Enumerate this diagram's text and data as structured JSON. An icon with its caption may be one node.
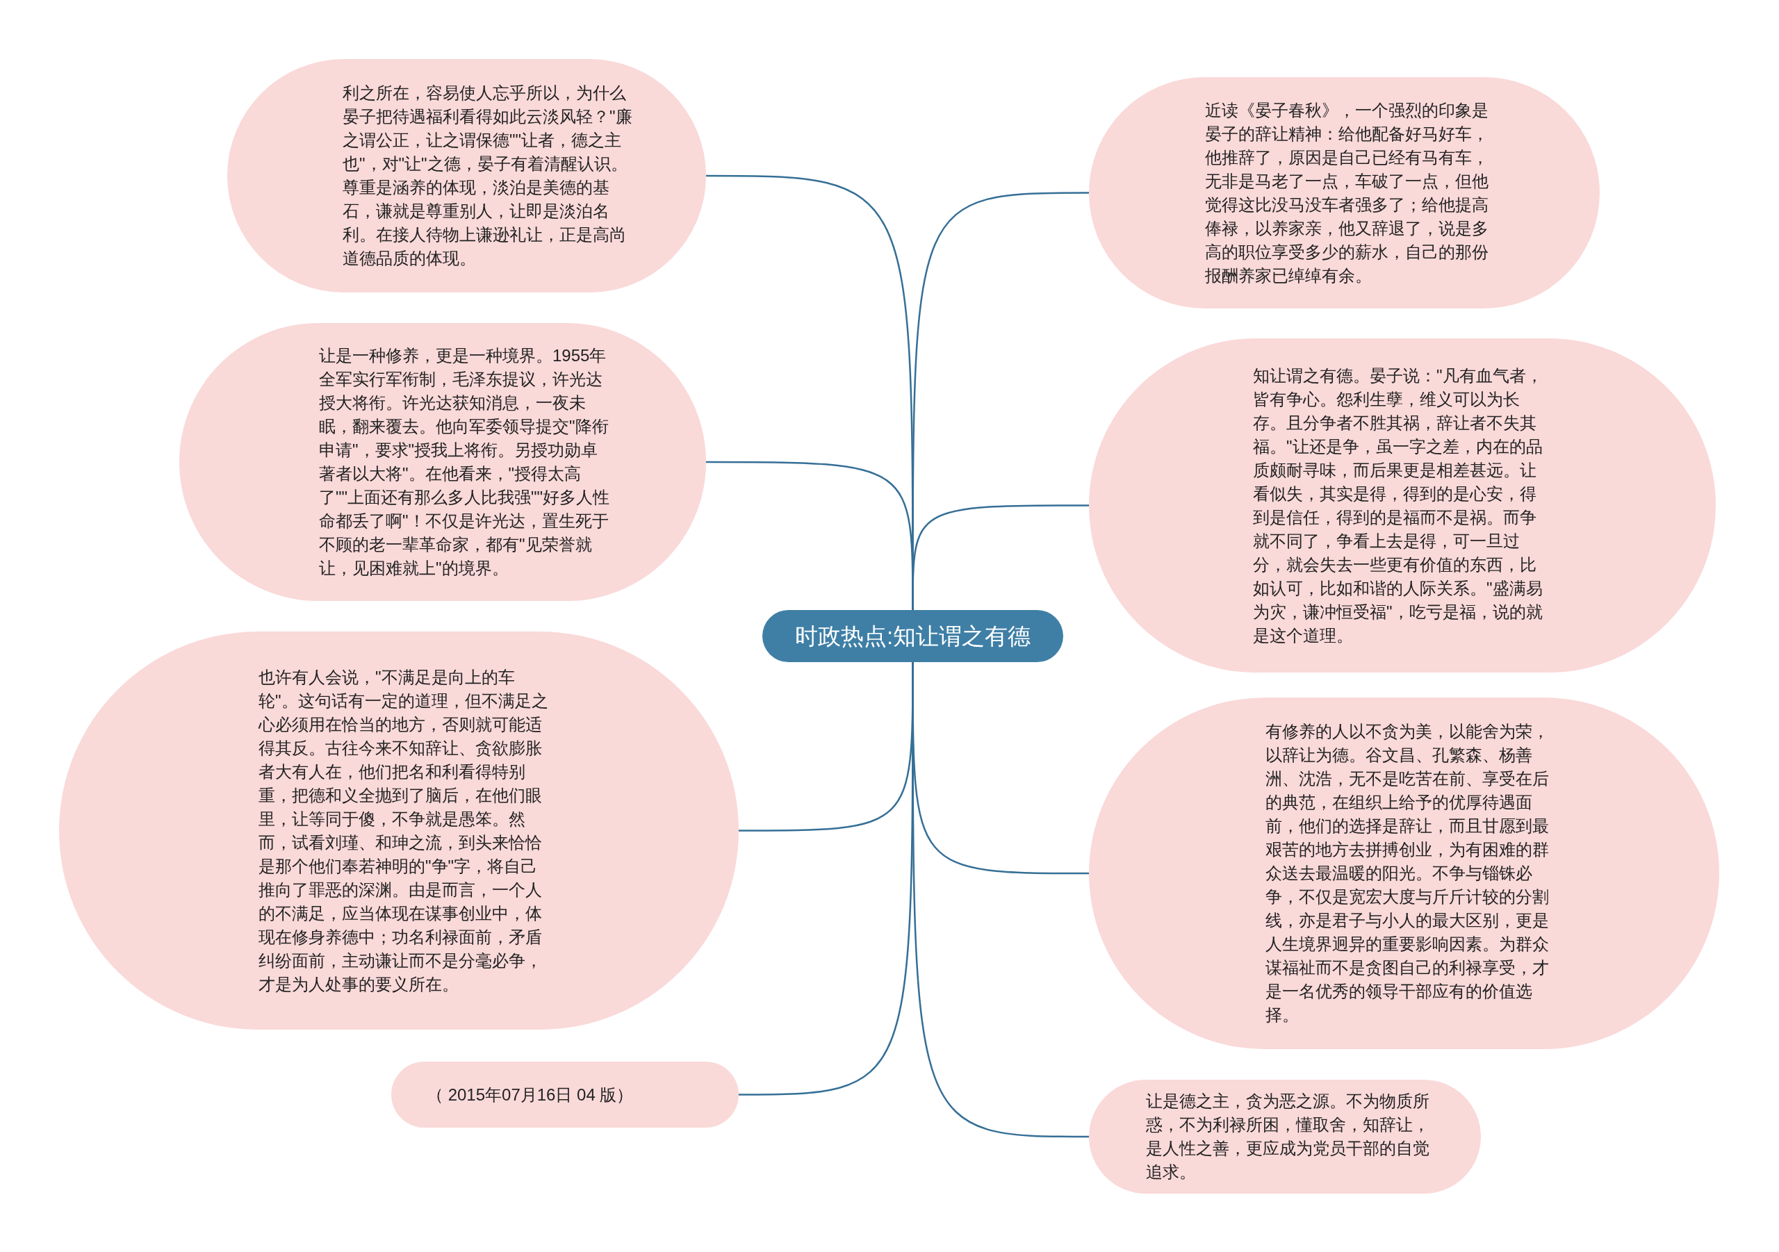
{
  "diagram": {
    "nodes": [
      {
        "text": [
          "时政热点:知让谓之有德"
        ]
      },
      {
        "text": [
          "利之所在，容易使人忘乎所以，为什么晏子把待遇福利看得如此云淡风轻？\"廉之谓公正，让之谓保德\"\"让者，德之主也\"，对\"让\"之德，晏子有着清醒认识。尊重是涵养的体现，淡泊是美德的基石，谦就是尊重别人，让即是淡泊名利。在接人待物上谦逊礼让，正是高尚道德品质的体现。"
        ]
      },
      {
        "text": [
          "让是一种修养，更是一种境界。1955年全军实行军衔制，毛泽东提议，许光达授大将衔。许光达获知消息，一夜未眠，翻来覆去。他向军委领导提交\"降衔申请\"，要求\"授我上将衔。另授功勋卓著者以大将\"。在他看来，\"授得太高了\"\"上面还有那么多人比我强\"\"好多人性命都丢了啊\"！不仅是许光达，置生死于不顾的老一辈革命家，都有\"见荣誉就让，见困难就上\"的境界。"
        ]
      },
      {
        "text": [
          "也许有人会说，\"不满足是向上的车轮\"。这句话有一定的道理，但不满足之心必须用在恰当的地方，否则就可能适得其反。古往今来不知辞让、贪欲膨胀者大有人在，他们把名和利看得特别重，把德和义全抛到了脑后，在他们眼里，让等同于傻，不争就是愚笨。然而，试看刘瑾、和珅之流，到头来恰恰是那个他们奉若神明的\"争\"字，将自己推向了罪恶的深渊。由是而言，一个人的不满足，应当体现在谋事创业中，体现在修身养德中；功名利禄面前，矛盾纠纷面前，主动谦让而不是分毫必争，才是为人处事的要义所在。"
        ]
      },
      {
        "text": [
          "（ 2015年07月16日 04 版）"
        ]
      },
      {
        "text": [
          "近读《晏子春秋》，一个强烈的印象是晏子的辞让精神：给他配备好马好车，他推辞了，原因是自己已经有马有车，无非是马老了一点，车破了一点，但他觉得这比没马没车者强多了；给他提高俸禄，以养家亲，他又辞退了，说是多高的职位享受多少的薪水，自己的那份报酬养家已绰绰有余。"
        ]
      },
      {
        "text": [
          "知让谓之有德。晏子说：\"凡有血气者，皆有争心。怨利生孽，维义可以为长存。且分争者不胜其祸，辞让者不失其福。\"让还是争，虽一字之差，内在的品质颇耐寻味，而后果更是相差甚远。让看似失，其实是得，得到的是心安，得到是信任，得到的是福而不是祸。而争就不同了，争看上去是得，可一旦过分，就会失去一些更有价值的东西，比如认可，比如和谐的人际关系。\"盛满易为灾，谦冲恒受福\"，吃亏是福，说的就是这个道理。"
        ]
      },
      {
        "text": [
          "有修养的人以不贪为美，以能舍为荣，以辞让为德。谷文昌、孔繁森、杨善洲、沈浩，无不是吃苦在前、享受在后的典范，在组织上给予的优厚待遇面前，他们的选择是辞让，而且甘愿到最艰苦的地方去拼搏创业，为有困难的群众送去最温暖的阳光。不争与锱铢必争，不仅是宽宏大度与斤斤计较的分割线，亦是君子与小人的最大区别，更是人生境界迥异的重要影响因素。为群众谋福祉而不是贪图自己的利禄享受，才是一名优秀的领导干部应有的价值选择。"
        ]
      },
      {
        "text": [
          "让是德之主，贪为恶之源。不为物质所惑，不为利禄所困，懂取舍，知辞让，是人性之善，更应成为党员干部的自觉追求。"
        ]
      }
    ],
    "edges": [
      {
        "from": 0,
        "to": 1,
        "arrow": "none"
      },
      {
        "from": 0,
        "to": 2,
        "arrow": "none"
      },
      {
        "from": 0,
        "to": 3,
        "arrow": "none"
      },
      {
        "from": 0,
        "to": 4,
        "arrow": "none"
      },
      {
        "from": 0,
        "to": 5,
        "arrow": "none"
      },
      {
        "from": 0,
        "to": 6,
        "arrow": "none"
      },
      {
        "from": 0,
        "to": 7,
        "arrow": "none"
      },
      {
        "from": 0,
        "to": 8,
        "arrow": "none"
      }
    ]
  }
}
